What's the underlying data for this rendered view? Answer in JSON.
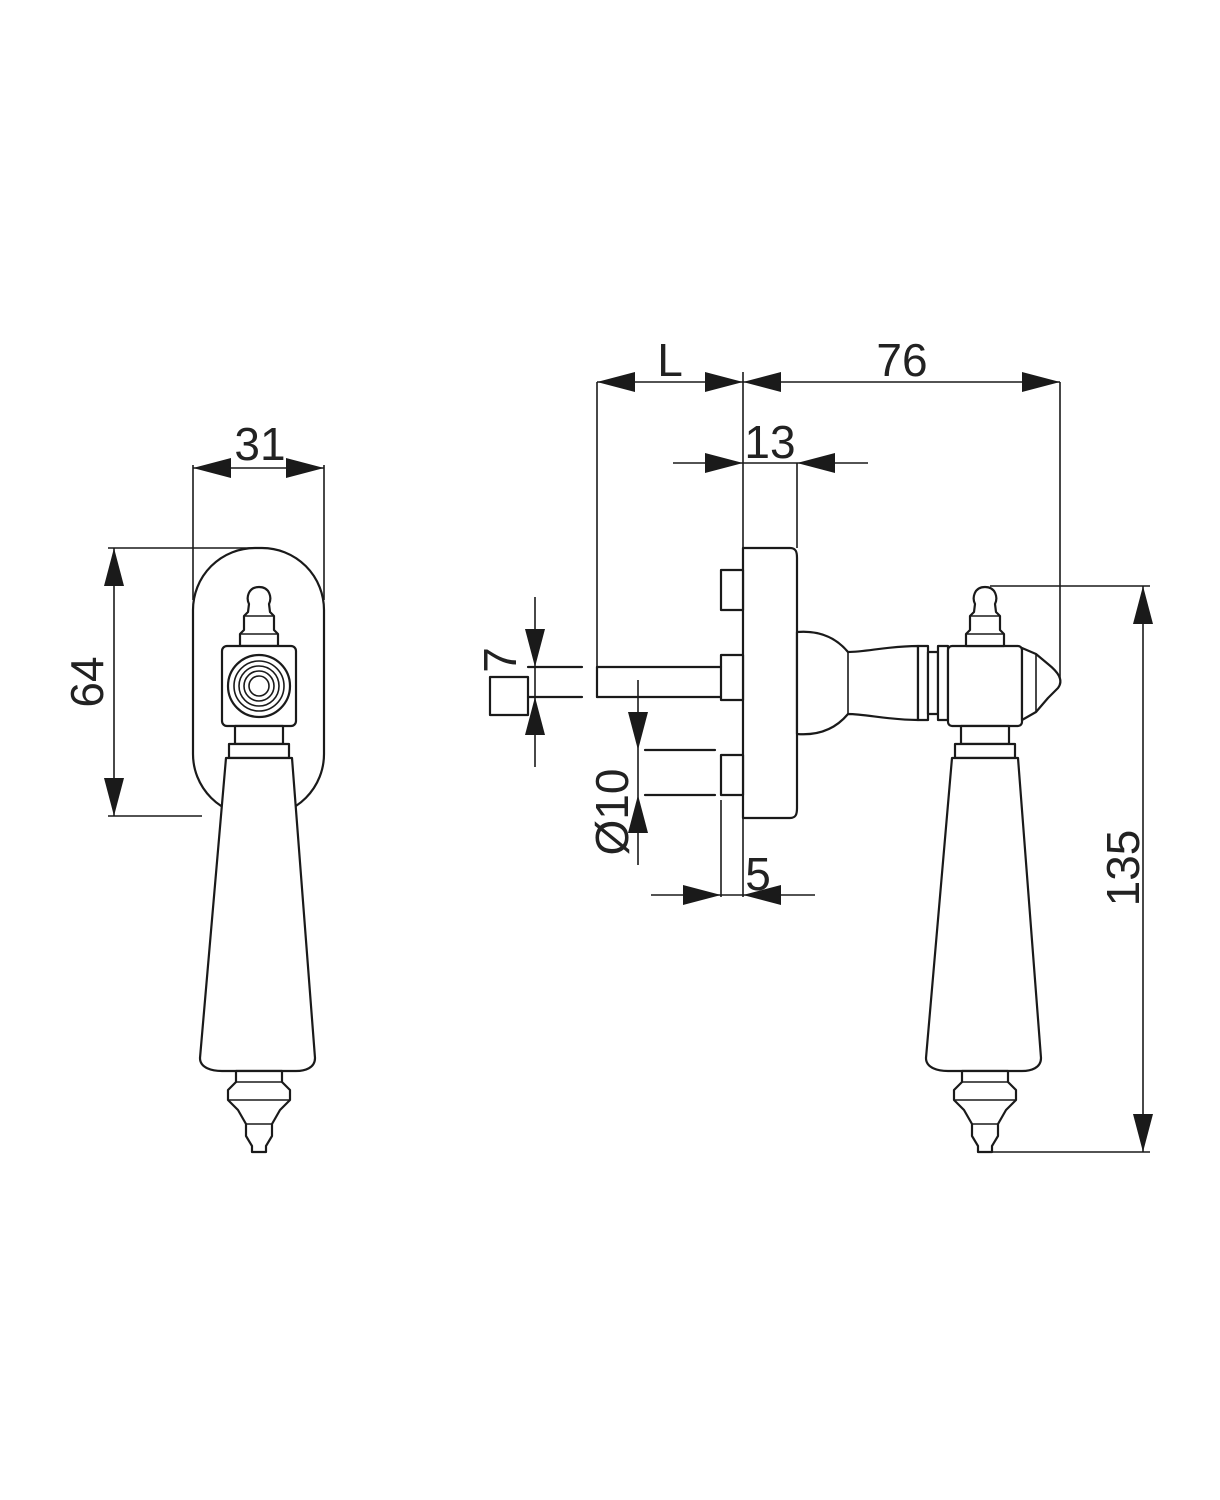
{
  "colors": {
    "line": "#1a1a1a",
    "background": "#ffffff",
    "text": "#222222"
  },
  "dimensions": {
    "width_31": "31",
    "height_64": "64",
    "spindle_length": "L",
    "depth_76": "76",
    "rose_13": "13",
    "square_7": "7",
    "diameter_10": "Ø10",
    "pin_5": "5",
    "height_135": "135"
  }
}
